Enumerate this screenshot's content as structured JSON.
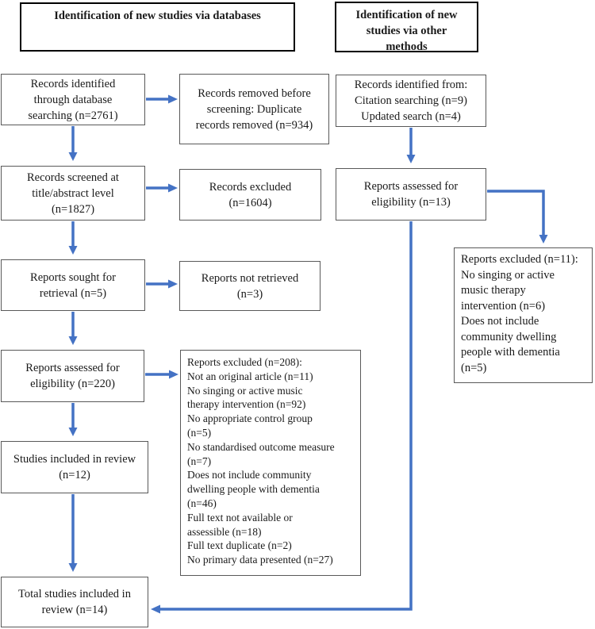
{
  "figure": {
    "type": "prisma-flow-diagram"
  },
  "colors": {
    "arrow": "#4472C4",
    "box_border": "#595959",
    "header_border": "#000000",
    "text": "#1a1a1a",
    "background": "#ffffff"
  },
  "headers": {
    "databases": "Identification of new studies via databases",
    "other_methods": "Identification of new\nstudies via other\nmethods"
  },
  "boxes": {
    "records_identified": "Records identified\nthrough database\nsearching (n=2761)",
    "records_removed": "Records removed before\nscreening: Duplicate\nrecords removed (n=934)",
    "records_screened": "Records screened at\ntitle/abstract level\n(n=1827)",
    "records_excluded": "Records excluded\n(n=1604)",
    "reports_sought": "Reports sought for\nretrieval (n=5)",
    "reports_not_retrieved": "Reports not retrieved\n(n=3)",
    "reports_assessed": "Reports assessed for\neligibility (n=220)",
    "reports_excluded_main": "Reports excluded (n=208):\nNot an original article (n=11)\nNo singing or active music\ntherapy intervention (n=92)\nNo appropriate control group\n(n=5)\nNo standardised outcome measure\n(n=7)\nDoes not include community\ndwelling people with dementia\n(n=46)\nFull text not available or\nassessible (n=18)\nFull text duplicate (n=2)\nNo primary data presented (n=27)",
    "studies_included": "Studies included in review\n(n=12)",
    "total_studies": "Total studies included in\nreview (n=14)",
    "records_identified_other": "Records identified from:\nCitation searching (n=9)\nUpdated search (n=4)",
    "reports_assessed_other": "Reports assessed for\neligibility (n=13)",
    "reports_excluded_other": "Reports excluded (n=11):\nNo singing or active\nmusic therapy\nintervention (n=6)\nDoes not include\ncommunity dwelling\npeople with dementia\n(n=5)"
  }
}
